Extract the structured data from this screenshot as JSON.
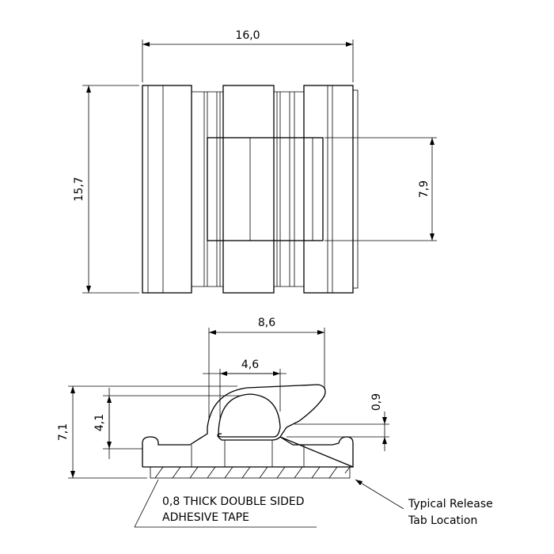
{
  "top_view": {
    "width_label": "16,0",
    "height_label": "15,7",
    "inner_height_label": "7,9"
  },
  "side_view": {
    "width_label": "8,6",
    "opening_label": "4,6",
    "total_height_label": "7,1",
    "inner_height_label": "4,1",
    "lip_label": "0,9"
  },
  "notes": {
    "tape_line1": "0,8 THICK DOUBLE SIDED",
    "tape_line2": "ADHESIVE TAPE",
    "tab_line1": "Typical Release",
    "tab_line2": "Tab Location"
  }
}
